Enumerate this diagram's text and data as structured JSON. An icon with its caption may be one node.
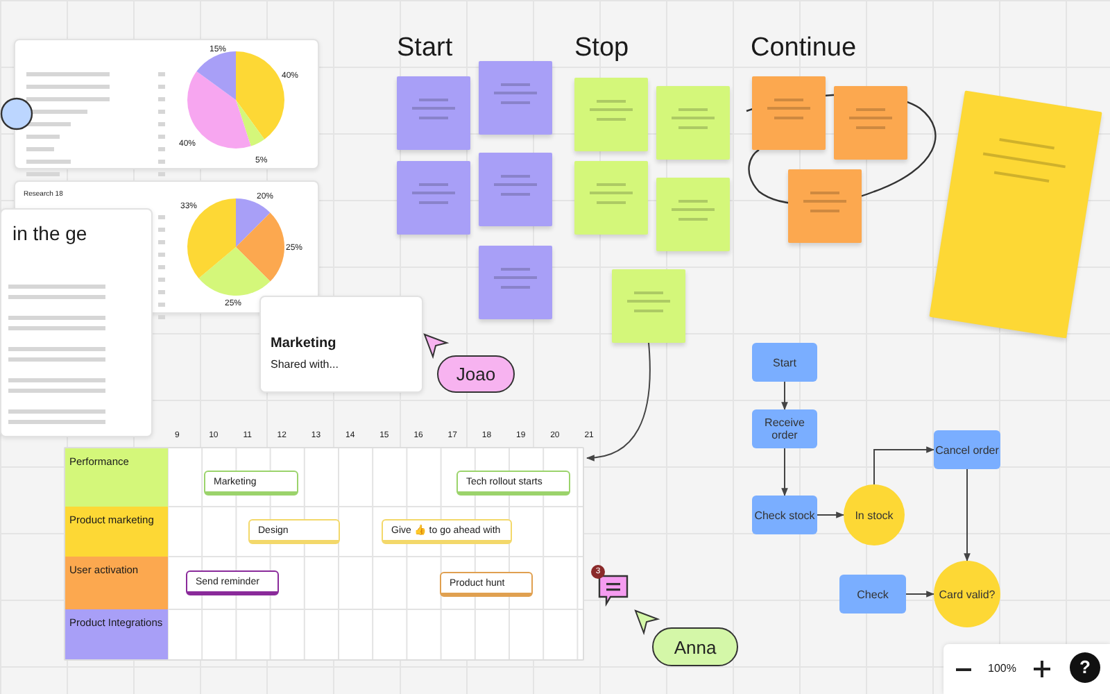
{
  "diagram": {
    "nodes": [
      {
        "text": [],
        "shape": "box"
      },
      {
        "text": [],
        "shape": "box"
      },
      {
        "text": [],
        "shape": "box"
      },
      {
        "text": [],
        "shape": "box"
      },
      {
        "text": [],
        "shape": "box"
      },
      {
        "text": [],
        "shape": "box"
      },
      {
        "text": [],
        "shape": "box"
      },
      {
        "text": [],
        "shape": "box"
      },
      {
        "text": [],
        "shape": "box"
      },
      {
        "text": [],
        "shape": "box"
      },
      {
        "text": [],
        "shape": "box"
      },
      {
        "text": [],
        "shape": "box"
      },
      {
        "text": [],
        "shape": "box"
      },
      {
        "text": [],
        "shape": "box"
      },
      {
        "text": [
          "in the ge"
        ]
      },
      {
        "text": [
          "Marketing",
          "Shared with..."
        ]
      },
      {
        "text": [
          "Joao"
        ]
      },
      {
        "text": [],
        "shape": "box"
      },
      {
        "text": [
          "Performance"
        ],
        "in": 17
      },
      {
        "text": [
          "Product marketing"
        ],
        "in": 17
      },
      {
        "text": [
          "User activation"
        ],
        "in": 17
      },
      {
        "text": [
          "Product Integrations"
        ],
        "in": 17
      },
      {
        "text": [
          "Marketing"
        ],
        "in": 17
      },
      {
        "text": [
          "Tech rollout starts"
        ],
        "in": 17
      },
      {
        "text": [
          "Design"
        ],
        "in": 17
      },
      {
        "text": [
          "Give 👍 to go ahead with"
        ],
        "in": 17
      },
      {
        "text": [
          "Send reminder"
        ],
        "in": 17
      },
      {
        "text": [
          "Product hunt"
        ],
        "in": 17
      },
      {
        "text": [
          "Anna"
        ]
      },
      {
        "text": [
          "Start"
        ]
      },
      {
        "text": [
          "Receive order"
        ]
      },
      {
        "text": [
          "Check stock"
        ]
      },
      {
        "text": [
          "In stock"
        ]
      },
      {
        "text": [
          "Cancel order"
        ]
      },
      {
        "text": [
          "Check"
        ]
      },
      {
        "text": [
          "Card valid?"
        ]
      }
    ],
    "edges": [
      {
        "from": 9,
        "to": 17,
        "arrow": "to"
      },
      {
        "from": 29,
        "to": 30,
        "arrow": "to"
      },
      {
        "from": 30,
        "to": 31,
        "arrow": "to"
      },
      {
        "from": 31,
        "to": 32,
        "arrow": "to"
      },
      {
        "from": 32,
        "to": 33,
        "arrow": "to"
      },
      {
        "from": 33,
        "to": 35,
        "arrow": "to"
      },
      {
        "from": 34,
        "to": 35,
        "arrow": "to"
      }
    ],
    "labels": [
      "Start",
      "Stop",
      "Continue",
      "15%",
      "40%",
      "40%",
      "5%",
      "Research 18",
      "20%",
      "33%",
      "25%",
      "25%",
      "9",
      "10",
      "11",
      "12",
      "13",
      "14",
      "15",
      "16",
      "17",
      "18",
      "19",
      "20",
      "21",
      "3",
      "100%",
      "?"
    ]
  }
}
